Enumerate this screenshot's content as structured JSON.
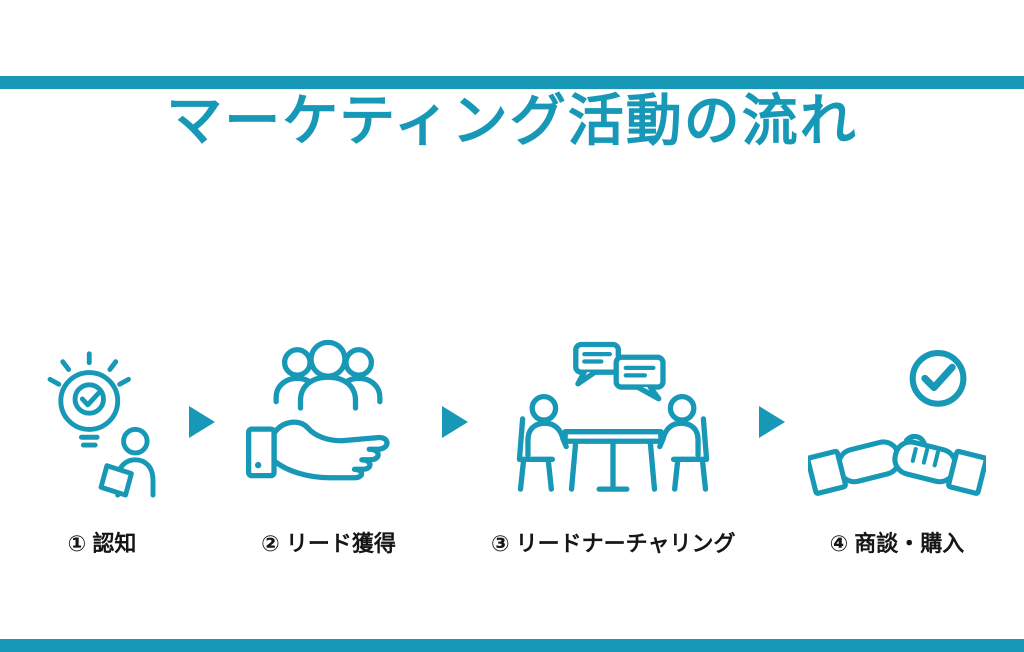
{
  "colors": {
    "accent": "#1798b6",
    "text": "#161616",
    "background": "#ffffff"
  },
  "title": "マーケティング活動の流れ",
  "steps": [
    {
      "label": "① 認知",
      "icon": "awareness-lightbulb-person-icon"
    },
    {
      "label": "② リード獲得",
      "icon": "hand-holding-people-icon"
    },
    {
      "label": "③ リードナーチャリング",
      "icon": "meeting-discussion-icon"
    },
    {
      "label": "④ 商談・購入",
      "icon": "handshake-check-icon"
    }
  ],
  "arrow_glyph": "▶"
}
